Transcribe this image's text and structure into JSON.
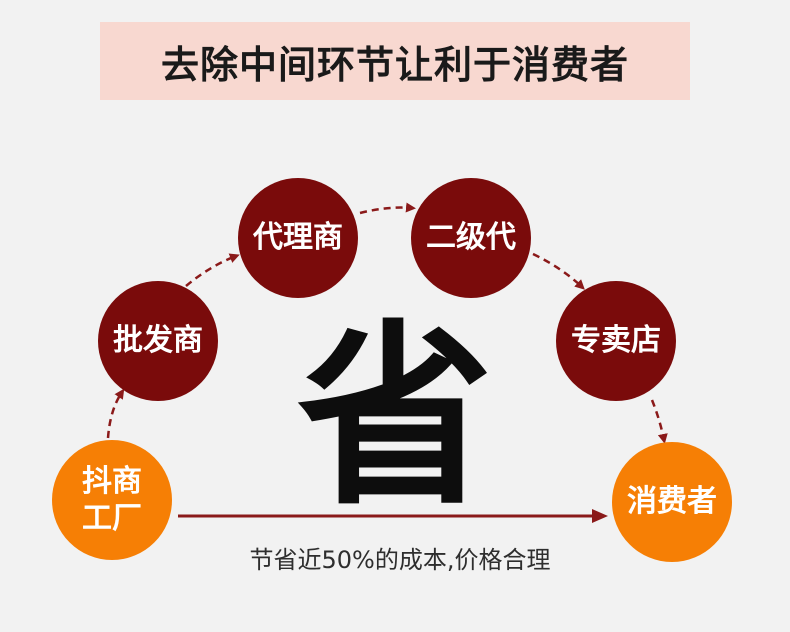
{
  "title": "去除中间环节让利于消费者",
  "nodes": [
    {
      "lines": [
        "抖商",
        "工厂"
      ]
    },
    {
      "lines": [
        "批发商"
      ]
    },
    {
      "lines": [
        "代理商"
      ]
    },
    {
      "lines": [
        "二级代"
      ]
    },
    {
      "lines": [
        "专卖店"
      ]
    },
    {
      "lines": [
        "消费者"
      ]
    }
  ],
  "center_char": "省",
  "caption": "节省近50%的成本,价格合理",
  "colors": {
    "bg": "#f2f2f2",
    "title-bg": "#f8d8d0",
    "node-dark": "#7a0b0b",
    "node-orange": "#f67f05",
    "arrow": "#8b1a1a",
    "text-dark": "#1a1a1a",
    "caption": "#2e2e2e"
  }
}
